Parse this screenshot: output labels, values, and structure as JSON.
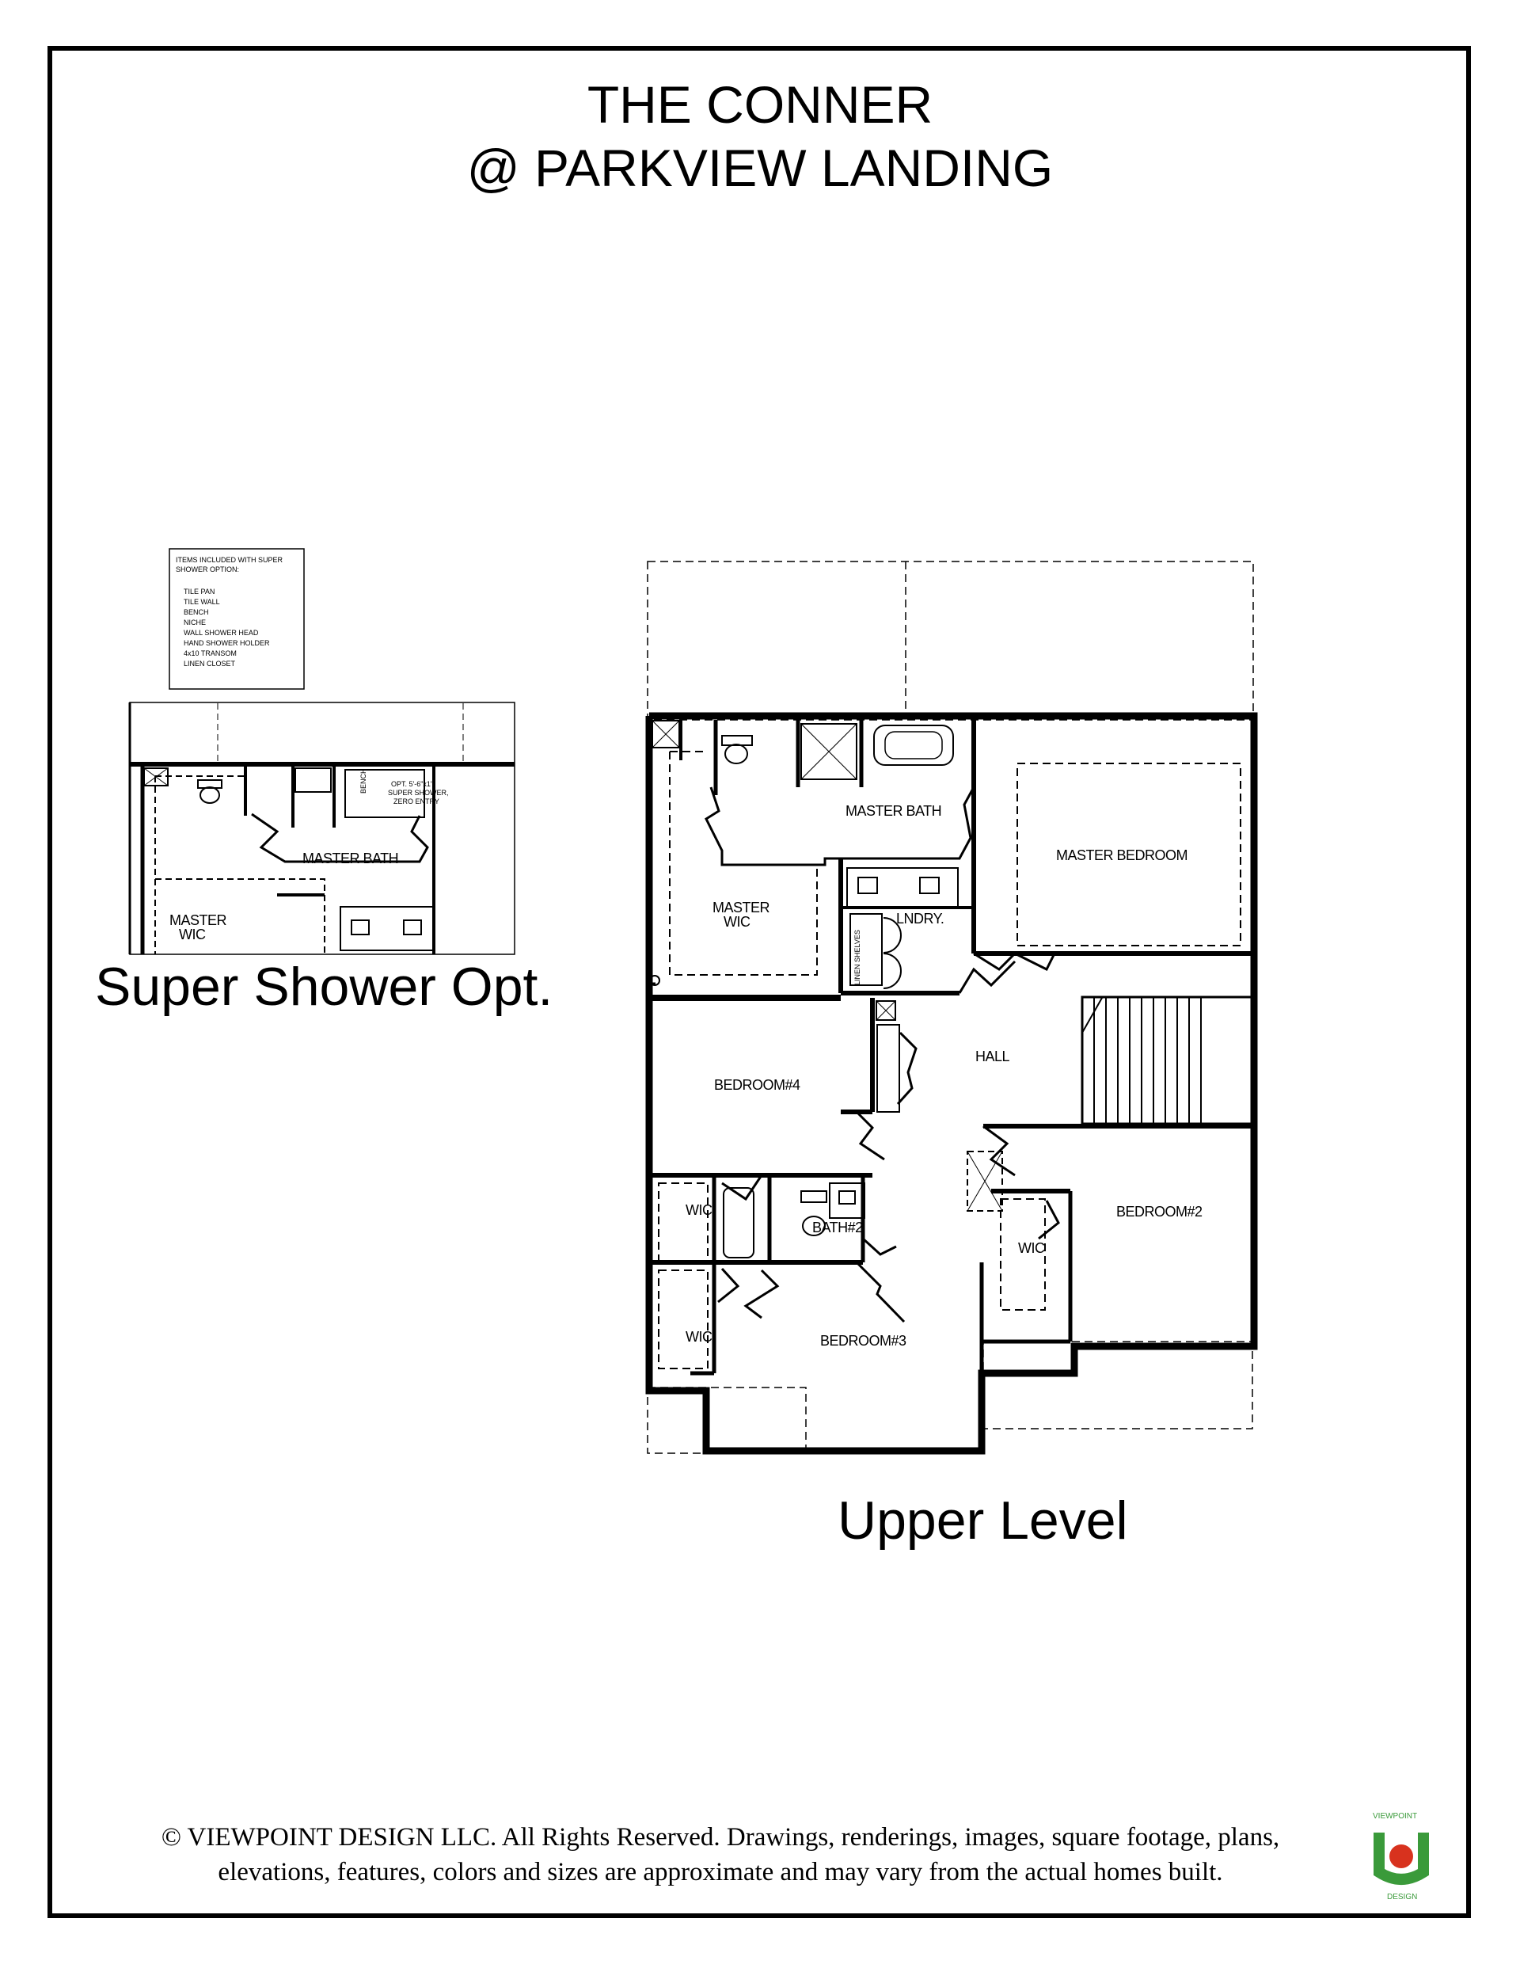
{
  "title": {
    "line1": "THE CONNER",
    "line2": "@ PARKVIEW LANDING"
  },
  "super_shower": {
    "caption": "Super Shower Opt.",
    "note_title_line1": "ITEMS INCLUDED WITH SUPER",
    "note_title_line2": "SHOWER OPTION:",
    "note_items": [
      "TILE PAN",
      "TILE WALL",
      "BENCH",
      "NICHE",
      "WALL SHOWER HEAD",
      "HAND SHOWER HOLDER",
      "4x10 TRANSOM",
      "LINEN CLOSET"
    ],
    "shower_label_line1": "OPT. 5'-6\"x1'",
    "shower_label_line2": "SUPER SHOWER,",
    "shower_label_line3": "ZERO ENTRY",
    "bench_label": "BENCH",
    "master_bath": "MASTER BATH",
    "master_wic_line1": "MASTER",
    "master_wic_line2": "WIC"
  },
  "upper_level": {
    "caption": "Upper Level",
    "rooms": {
      "master_bath": "MASTER BATH",
      "master_bedroom": "MASTER BEDROOM",
      "master_wic_line1": "MASTER",
      "master_wic_line2": "WIC",
      "laundry": "LNDRY.",
      "linen_shelves": "LINEN SHELVES",
      "hall": "HALL",
      "bedroom4": "BEDROOM#4",
      "bedroom2": "BEDROOM#2",
      "bedroom3": "BEDROOM#3",
      "bath2": "BATH#2",
      "wic_a": "WIC",
      "wic_b": "WIC",
      "wic_c": "WIC"
    }
  },
  "footer": {
    "copyright_line1": "© VIEWPOINT DESIGN LLC. All Rights Reserved. Drawings, renderings, images, square footage, plans,",
    "copyright_line2": "elevations, features, colors and sizes are approximate and may vary from the actual homes built."
  },
  "logo": {
    "top_text": "VIEWPOINT",
    "bottom_text": "DESIGN",
    "colors": {
      "green": "#3a9a3a",
      "red": "#d8321e"
    }
  }
}
